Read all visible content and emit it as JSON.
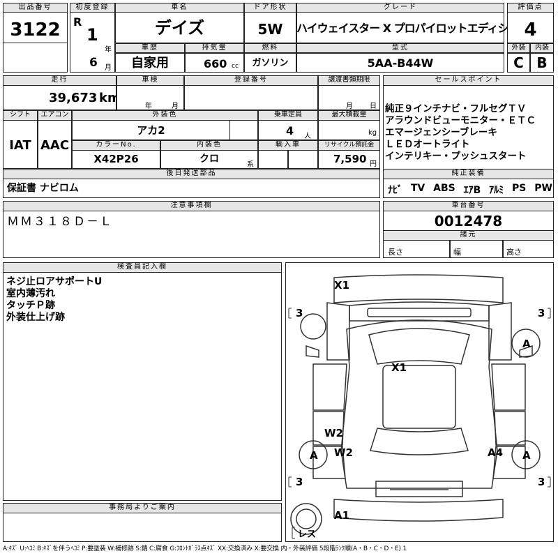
{
  "header": {
    "lot_no_label": "出品番号",
    "lot_no": "3122",
    "first_reg_label": "初度登録",
    "era": "R",
    "year": "1",
    "year_unit": "年",
    "month": "6",
    "month_unit": "月",
    "car_name_label": "車名",
    "car_name": "デイズ",
    "door_label": "ドア形状",
    "door": "5W",
    "grade_label": "グレード",
    "grade": "ハイウェイスター X プロパイロットエディション",
    "score_label": "評価点",
    "score": "4",
    "history_label": "車歴",
    "history": "自家用",
    "displacement_label": "排気量",
    "displacement": "660",
    "displacement_unit": "cc",
    "fuel_label": "燃料",
    "fuel": "ガソリン",
    "model_code_label": "型式",
    "model_code": "5AA-B44W",
    "exterior_label": "外装",
    "exterior": "C",
    "interior_label": "内装",
    "interior": "B"
  },
  "row2": {
    "mileage_label": "走行",
    "mileage": "39,673",
    "mileage_unit": "km",
    "inspection_label": "車検",
    "inspection_year_unit": "年",
    "inspection_month_unit": "月",
    "reg_no_label": "登録番号",
    "transfer_label": "譲渡書類期限",
    "transfer_month_unit": "月",
    "transfer_day_unit": "日",
    "shift_label": "シフト",
    "shift": "IAT",
    "ac_label": "エアコン",
    "ac": "AAC",
    "ext_color_label": "外装色",
    "ext_color": "アカ2",
    "capacity_label": "乗車定員",
    "capacity": "4",
    "capacity_unit": "人",
    "max_load_label": "最大積載量",
    "max_load_unit": "kg",
    "color_no_label": "カラーNo.",
    "color_no": "X42P26",
    "int_color_label": "内装色",
    "int_color": "クロ",
    "int_color_unit": "系",
    "import_label": "輸入車",
    "recycle_label": "リサイクル預託金",
    "recycle": "7,590",
    "recycle_unit": "円",
    "later_parts_label": "後日発送部品",
    "later_parts": "保証書 ナビロム"
  },
  "sales": {
    "label": "セールスポイント",
    "points": [
      "純正９インチナビ・フルセグＴＶ",
      "アラウンドビューモニター・ＥＴＣ",
      "エマージェンシーブレーキ",
      "ＬＥＤオートライト",
      "インテリキー・プッシュスタート"
    ],
    "equip_label": "純正装備",
    "equip": [
      "ﾅﾋﾞ",
      "TV",
      "ABS",
      "ｴｱB",
      "ｱﾙﾐ",
      "PS",
      "PW"
    ]
  },
  "caution": {
    "label": "注意事項欄",
    "text": "ＭＭ３１８Ｄ－Ｌ"
  },
  "chassis": {
    "label": "車台番号",
    "value": "0012478",
    "spec_label": "諸元",
    "length_label": "長さ",
    "width_label": "幅",
    "height_label": "高さ"
  },
  "inspector": {
    "label": "検査員記入欄",
    "lines": [
      "ネジ止ロアサポートU",
      "室内薄汚れ",
      "タッチＰ跡",
      "外装仕上げ跡"
    ]
  },
  "office": {
    "label": "事務局よりご案内"
  },
  "diagram": {
    "marks": {
      "front_bumper": "X1",
      "hood": "X1",
      "left_front_fender": "W2",
      "left_front_door": "W2",
      "right_rear_door": "A4",
      "rear_bumper": "A1"
    },
    "tires": {
      "front_left": "3",
      "front_right": "3",
      "rear_left": "3",
      "rear_right": "3"
    },
    "wheels": {
      "front_right": "A",
      "rear_left": "A",
      "rear_right": "A"
    },
    "spare": "レス"
  },
  "legend": "A:ｷｽﾞ U:ﾍｺﾐ B:ｷｽﾞを伴うﾍｺﾐ P:要塗装 W:補修跡 S:錆 C:腐食 G:ﾌﾛﾝﾄｶﾞﾗｽ点ｷｽﾞ XX:交換済み X:要交換  内・外装評価 5段階ﾗﾝｸ順(A・B・C・D・E) 1"
}
